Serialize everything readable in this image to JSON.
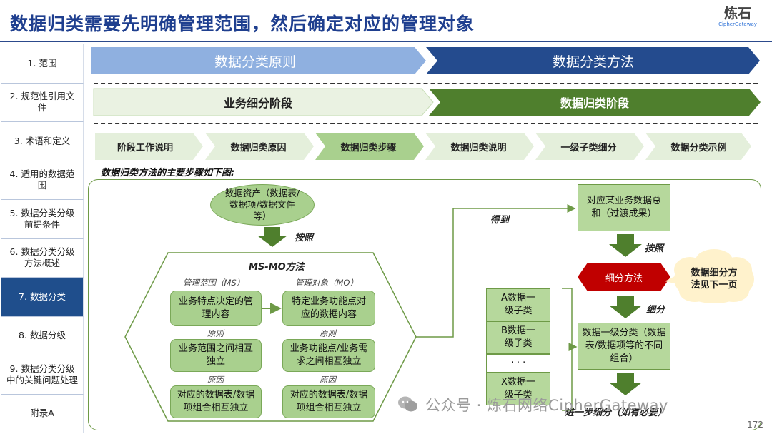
{
  "title": "数据归类需要先明确管理范围，然后确定对应的管理对象",
  "logo": {
    "main": "炼石",
    "sub": "CipherGateway"
  },
  "sidebar": [
    {
      "label": "1.  范围"
    },
    {
      "label": "2. 规范性引用文件"
    },
    {
      "label": "3. 术语和定义"
    },
    {
      "label": "4.  适用的数据范围"
    },
    {
      "label": "5. 数据分类分级前提条件"
    },
    {
      "label": "6. 数据分类分级方法概述"
    },
    {
      "label": "7. 数据分类"
    },
    {
      "label": "8. 数据分级"
    },
    {
      "label": "9. 数据分类分级中的关键问题处理"
    },
    {
      "label": "附录A"
    }
  ],
  "banner1": {
    "left": "数据分类原则",
    "right": "数据分类方法"
  },
  "banner2": {
    "left": "业务细分阶段",
    "right": "数据归类阶段"
  },
  "steps": [
    "阶段工作说明",
    "数据归类原因",
    "数据归类步骤",
    "数据归类说明",
    "一级子类细分",
    "数据分类示例"
  ],
  "subtitle": "数据归类方法的主要步骤如下图:",
  "flow": {
    "asset": "数据资产（数据表/数据项/数据文件等）",
    "according_to": "按照",
    "method_title": "MS-MO方法",
    "scope_label": "管理范围（MS）",
    "object_label": "管理对象（MO）",
    "scope_box": "业务特点决定的管理内容",
    "object_box": "特定业务功能点对应的数据内容",
    "principle_label": "原则",
    "principle_left": "业务范围之间相互独立",
    "principle_right": "业务功能点/业务需求之间相互独立",
    "reason_label": "原因",
    "reason_left": "对应的数据表/数据项组合相互独立",
    "reason_right": "对应的数据表/数据项组合相互独立",
    "obtain": "得到",
    "summary": "对应某业务数据总和（过渡成果）",
    "according_to2": "按照",
    "subdivide_method": "细分方法",
    "cloud_note": "数据细分方法见下一页",
    "subdivide": "细分",
    "primary_class": "数据一级分类（数据表/数据项等的不同组合）",
    "sub_a": "A数据一级子类",
    "sub_b": "B数据一级子类",
    "dots": "·  ·  ·",
    "sub_x": "X数据一级子类",
    "further": "进一步细分（如有必要）"
  },
  "watermark": "公众号 · 炼石网络CipherGateway",
  "page_number": "172",
  "colors": {
    "title": "#1f3f8f",
    "navy": "#244b8e",
    "light_blue": "#8fb0e0",
    "green_dark": "#4f7f2d",
    "green_light": "#a9d08e",
    "red": "#c00000"
  }
}
